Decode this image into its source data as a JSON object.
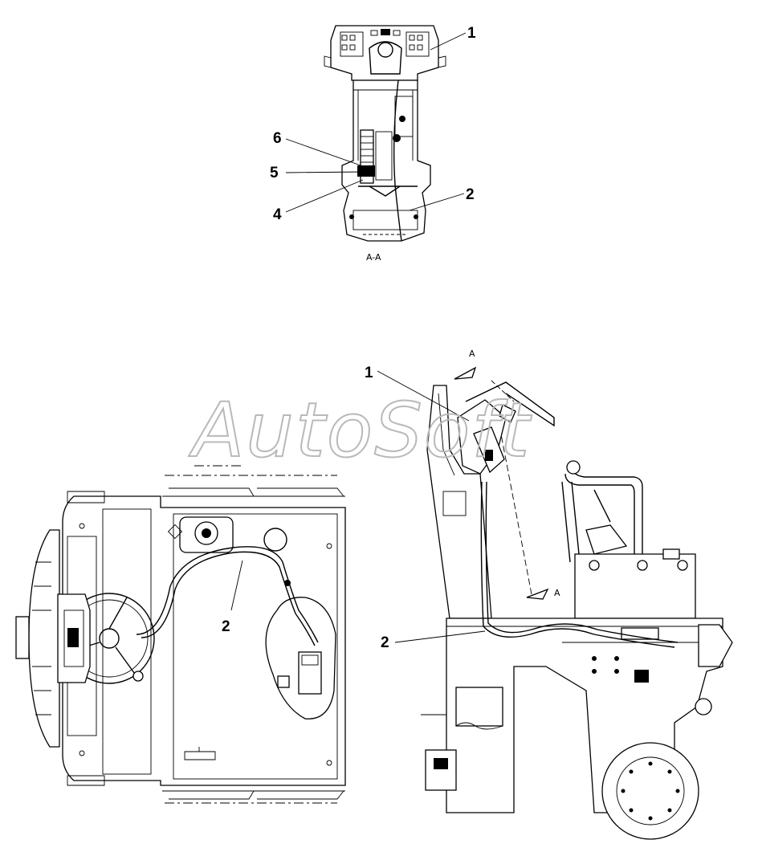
{
  "watermark": "AutoSoft",
  "section_view": {
    "title": "A-A",
    "callouts": [
      "1",
      "6",
      "5",
      "4",
      "2"
    ]
  },
  "top_view": {
    "callouts": [
      "2"
    ]
  },
  "side_view": {
    "section_marks": [
      "A",
      "A"
    ],
    "callouts": [
      "1",
      "2"
    ]
  }
}
